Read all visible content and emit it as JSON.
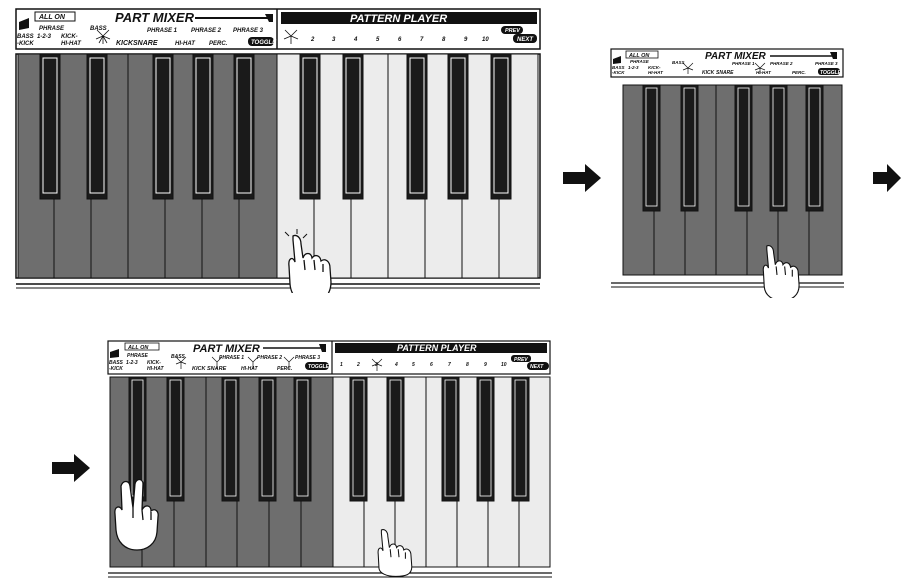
{
  "labels": {
    "all_on": "ALL ON",
    "part_mixer": "PART MIXER",
    "pattern_player": "PATTERN PLAYER",
    "bass_kick_1": "BASS",
    "bass_kick_2": "-KICK",
    "phrase": "PHRASE",
    "phrase_123": "1-2-3",
    "kick_hihat_1": "KICK-",
    "kick_hihat_2": "HI-HAT",
    "bass": "BASS",
    "kick": "KICK",
    "snare": "SNARE",
    "phrase1": "PHRASE 1",
    "hihat": "HI-HAT",
    "phrase2": "PHRASE 2",
    "perc": "PERC.",
    "phrase3": "PHRASE 3",
    "toggle": "TOGGLE",
    "prev": "PREV",
    "next": "NEXT",
    "pattern_numbers": [
      "2",
      "3",
      "4",
      "5",
      "6",
      "7",
      "8",
      "9",
      "10"
    ],
    "pattern_numbers_full": [
      "1",
      "2",
      "3",
      "4",
      "5",
      "6",
      "7",
      "8",
      "9",
      "10"
    ]
  },
  "icons": [
    "hand-pointer-icon",
    "two-finger-hand-icon",
    "arrow-right-icon",
    "highlight-burst-icon"
  ],
  "colors": {
    "dark_key": "#6e6e6e",
    "light_key": "#ececec",
    "black_key": "#1a1a1a",
    "outline": "#111111"
  }
}
